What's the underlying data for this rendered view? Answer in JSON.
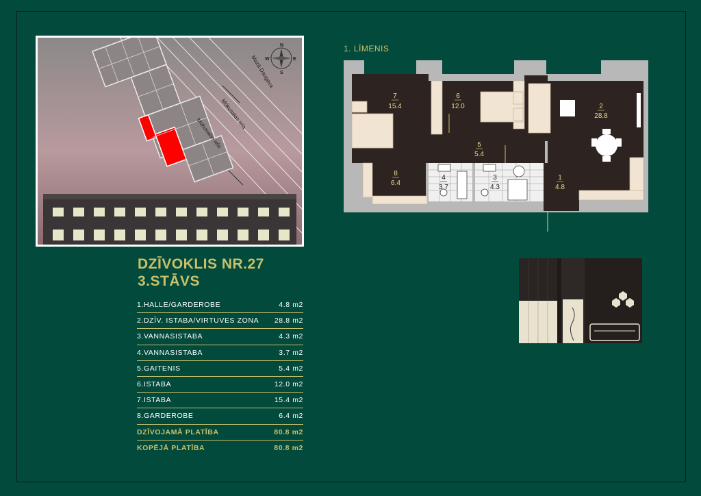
{
  "site_plan": {
    "compass": {
      "n": "N",
      "s": "S",
      "e": "E",
      "w": "W"
    },
    "streets": [
      "Mazā Daugava",
      "Mūkusalas iela",
      "Mūkusalas iela"
    ]
  },
  "apartment": {
    "title": "DZĪVOKLIS NR.27",
    "floor": "3.STĀVS"
  },
  "rooms": [
    {
      "label": "1.HALLE/GARDEROBE",
      "area": "4.8 m2"
    },
    {
      "label": "2.DZĪV. ISTABA/VIRTUVES ZONA",
      "area": "28.8 m2"
    },
    {
      "label": "3.VANNASISTABA",
      "area": "4.3 m2"
    },
    {
      "label": "4.VANNASISTABA",
      "area": "3.7 m2"
    },
    {
      "label": "5.GAITENIS",
      "area": "5.4 m2"
    },
    {
      "label": "6.ISTABA",
      "area": "12.0 m2"
    },
    {
      "label": "7.ISTABA",
      "area": "15.4 m2"
    },
    {
      "label": "8.GARDEROBE",
      "area": "6.4 m2"
    }
  ],
  "totals": [
    {
      "label": "DZĪVOJAMĀ PLATĪBA",
      "area": "80.8 m2"
    },
    {
      "label": "KOPĒJĀ PLATĪBA",
      "area": "80.8 m2"
    }
  ],
  "floorplan": {
    "level_label": "1. LĪMENIS",
    "room_marks": [
      {
        "num": "7",
        "area": "15.4"
      },
      {
        "num": "6",
        "area": "12.0"
      },
      {
        "num": "2",
        "area": "28.8"
      },
      {
        "num": "5",
        "area": "5.4"
      },
      {
        "num": "8",
        "area": "6.4"
      },
      {
        "num": "4",
        "area": "3.7"
      },
      {
        "num": "3",
        "area": "4.3"
      },
      {
        "num": "1",
        "area": "4.8"
      }
    ]
  },
  "colors": {
    "background": "#024a3c",
    "accent": "#c9c06a",
    "highlight": "#ff0000",
    "room_fill": "#2d2320"
  }
}
